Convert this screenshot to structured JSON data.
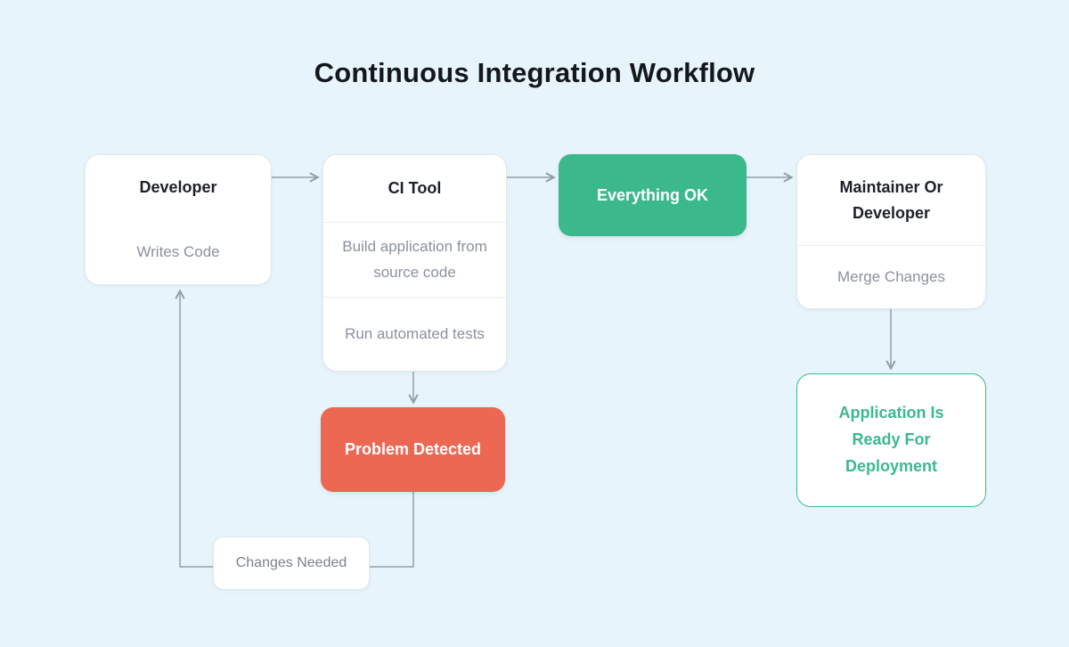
{
  "title": "Continuous Integration Workflow",
  "colors": {
    "background": "#e7f4fb",
    "success_green": "#3cb98c",
    "error_red": "#ec6853",
    "connector_gray": "#90a0ab",
    "node_title_text": "#1d2126",
    "muted_text": "#8b929a"
  },
  "nodes": {
    "developer": {
      "title": "Developer",
      "subtitle": "Writes Code"
    },
    "ci_tool": {
      "title": "CI Tool",
      "steps": [
        "Build application from source code",
        "Run automated tests"
      ]
    },
    "everything_ok": {
      "label": "Everything OK"
    },
    "maintainer": {
      "title": "Maintainer Or Developer",
      "subtitle": "Merge Changes"
    },
    "problem_detected": {
      "label": "Problem Detected"
    },
    "app_ready": {
      "label": "Application Is Ready For Deployment"
    },
    "changes_needed": {
      "label": "Changes Needed"
    }
  }
}
